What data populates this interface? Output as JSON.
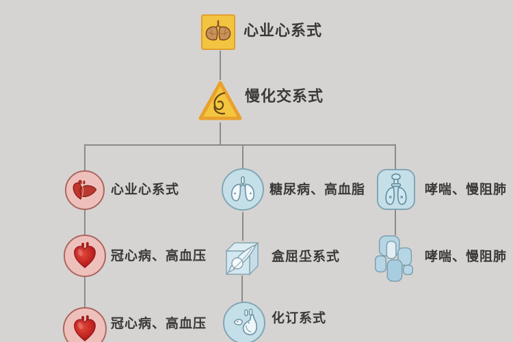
{
  "colors": {
    "bg": "#d6d4d2",
    "line": "#8a8a88",
    "text": "#3a3836",
    "yellow_fill": "#f2c441",
    "yellow_border": "#e29e2e",
    "pink_fill": "#eec0bb",
    "pink_border": "#ab655e",
    "blue_fill": "#c5dfe9",
    "blue_border": "#82a5b4"
  },
  "diagram": {
    "root": {
      "label": "心业心系式",
      "icon": "brown-lungs-icon"
    },
    "level2": {
      "label": "慢化交系式",
      "icon": "swirl-organ-icon"
    },
    "columns": [
      {
        "nodes": [
          {
            "label": "心业心系式",
            "icon": "heart-organ-icon"
          },
          {
            "label": "冠心病、高血压",
            "icon": "red-heart-icon"
          },
          {
            "label": "冠心病、高血压",
            "icon": "red-heart-icon"
          }
        ]
      },
      {
        "nodes": [
          {
            "label": "糖尿病、高血脂",
            "icon": "lungs-outline-icon"
          },
          {
            "label": "盒屈坕系式",
            "icon": "cube-leaf-icon"
          },
          {
            "label": "化订系式",
            "icon": "stomach-icon"
          }
        ]
      },
      {
        "nodes": [
          {
            "label": "哮喘、慢阻肺",
            "icon": "lungs-trachea-icon"
          },
          {
            "label": "哮喘、慢阻肺",
            "icon": "pills-cluster-icon"
          }
        ]
      }
    ]
  }
}
